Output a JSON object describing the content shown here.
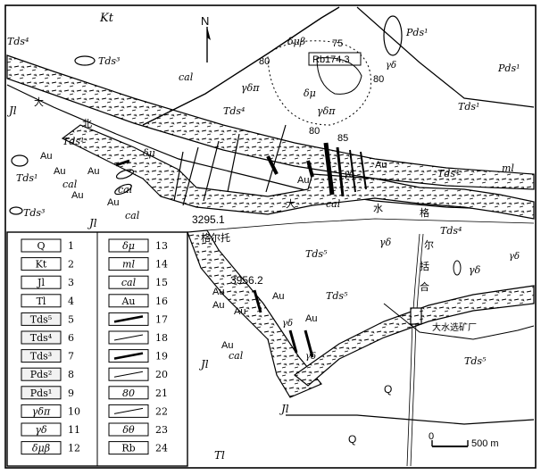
{
  "map": {
    "north_label": "N",
    "scale_zero": "0",
    "scale_value": "500 m",
    "place_names": [
      "大",
      "北",
      "大",
      "水",
      "格",
      "尔",
      "括",
      "合"
    ],
    "mine_label": "大水选矿厂",
    "place_gerto": "格尔托",
    "elevations": [
      "3295.1",
      "3956.2"
    ],
    "rb_sample": "Rb174.3",
    "unit_labels": {
      "Kt": "Kt",
      "Tds4": "Tds⁴",
      "Tds3": "Tds³",
      "Tds5": "Tds⁵",
      "Tds1": "Tds¹",
      "Pds1": "Pds¹",
      "Jl": "Jl",
      "Tl": "Tl",
      "Q": "Q",
      "ml": "ml",
      "cal": "cal",
      "Au": "Au",
      "dmu": "δμ",
      "dmub": "δμβ",
      "gdp": "γδπ",
      "gd": "γδ"
    },
    "dips": [
      "75",
      "80",
      "80",
      "80",
      "85"
    ]
  },
  "legend": {
    "items": [
      {
        "n": "1",
        "sym": "Q"
      },
      {
        "n": "2",
        "sym": "Kt"
      },
      {
        "n": "3",
        "sym": "Jl"
      },
      {
        "n": "4",
        "sym": "Tl"
      },
      {
        "n": "5",
        "sym": "Tds⁵"
      },
      {
        "n": "6",
        "sym": "Tds⁴"
      },
      {
        "n": "7",
        "sym": "Tds³"
      },
      {
        "n": "8",
        "sym": "Pds²"
      },
      {
        "n": "9",
        "sym": "Pds¹"
      },
      {
        "n": "10",
        "sym": "γδπ"
      },
      {
        "n": "11",
        "sym": "γδ"
      },
      {
        "n": "12",
        "sym": "δμβ"
      },
      {
        "n": "13",
        "sym": "δμ"
      },
      {
        "n": "14",
        "sym": "ml"
      },
      {
        "n": "15",
        "sym": "cal"
      },
      {
        "n": "16",
        "sym": "Au"
      },
      {
        "n": "17",
        "sym": ""
      },
      {
        "n": "18",
        "sym": ""
      },
      {
        "n": "19",
        "sym": ""
      },
      {
        "n": "20",
        "sym": ""
      },
      {
        "n": "21",
        "sym": "80"
      },
      {
        "n": "22",
        "sym": ""
      },
      {
        "n": "23",
        "sym": "δθ"
      },
      {
        "n": "24",
        "sym": "Rb"
      }
    ]
  },
  "colors": {
    "ink": "#000000",
    "paper": "#ffffff"
  }
}
